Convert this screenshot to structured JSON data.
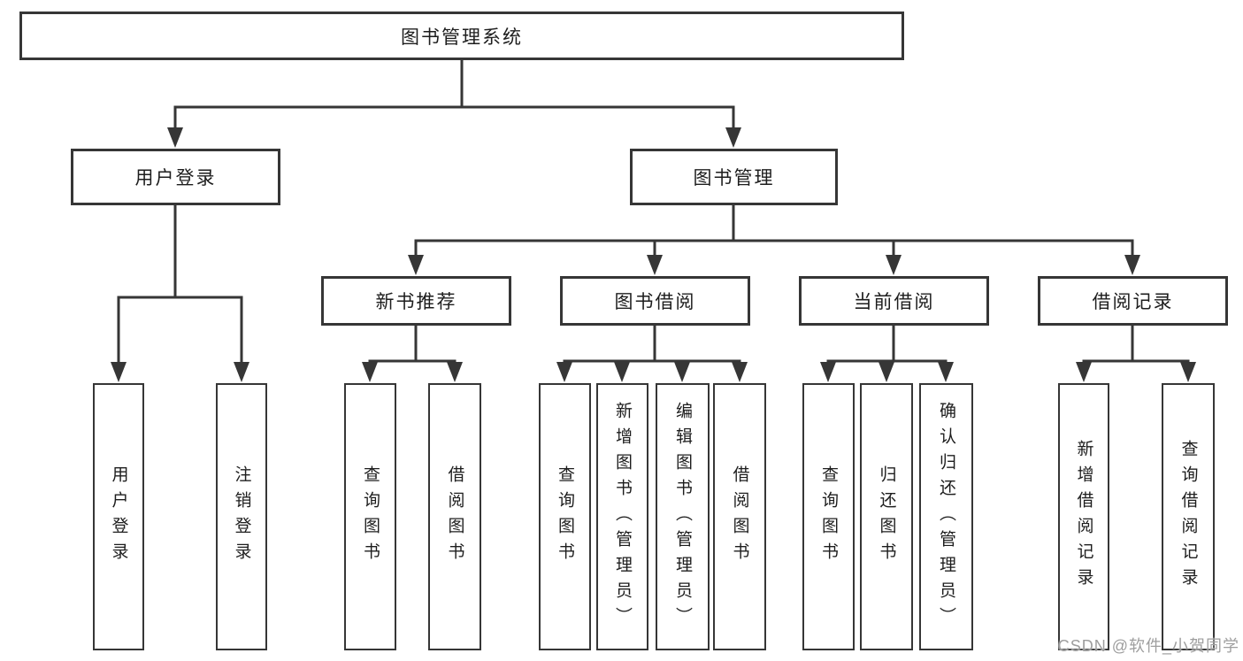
{
  "diagram": {
    "root": {
      "label": "图书管理系统"
    },
    "level2": [
      {
        "label": "用户登录"
      },
      {
        "label": "图书管理"
      }
    ],
    "level3": [
      {
        "label": "新书推荐"
      },
      {
        "label": "图书借阅"
      },
      {
        "label": "当前借阅"
      },
      {
        "label": "借阅记录"
      }
    ],
    "leaves": [
      {
        "label": "用户登录"
      },
      {
        "label": "注销登录"
      },
      {
        "label": "查询图书"
      },
      {
        "label": "借阅图书"
      },
      {
        "label": "查询图书"
      },
      {
        "label": "新增图书（管理员）"
      },
      {
        "label": "编辑图书（管理员）"
      },
      {
        "label": "借阅图书"
      },
      {
        "label": "查询图书"
      },
      {
        "label": "归还图书"
      },
      {
        "label": "确认归还（管理员）"
      },
      {
        "label": "新增借阅记录"
      },
      {
        "label": "查询借阅记录"
      }
    ]
  },
  "watermark": {
    "text": "CSDN @软件_小贺同学"
  },
  "colors": {
    "line": "#363636",
    "text": "#1d1d1d",
    "watermark": "#9e9e9e",
    "background": "#ffffff"
  }
}
